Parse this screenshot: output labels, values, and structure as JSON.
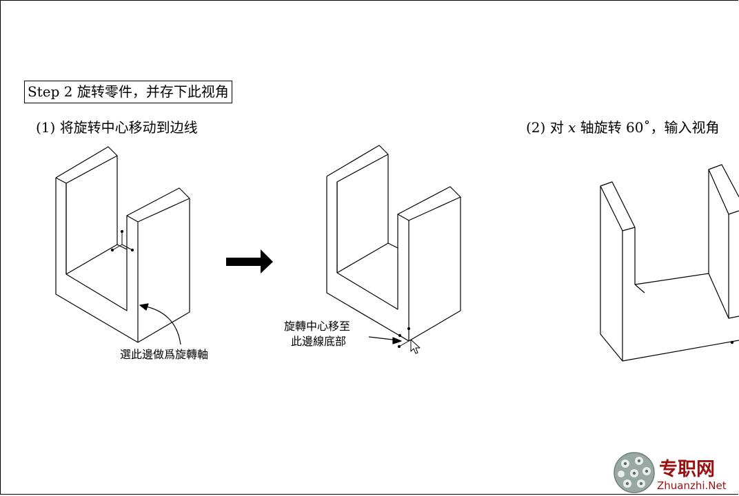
{
  "step": {
    "title": "Step 2  旋转零件，并存下此视角"
  },
  "captions": {
    "part1": "(1) 将旋转中心移动到边线",
    "part2_prefix": "(2) 对 ",
    "part2_var": "x",
    "part2_suffix": " 轴旋转 60˚，输入视角"
  },
  "annotations": {
    "select_edge": "選此邊做爲旋轉軸",
    "center_line1": "旋轉中心移至",
    "center_line2": "此邊線底部"
  },
  "watermark": {
    "name_cn": "专职网",
    "name_en": "Zhuanzhi.Net"
  },
  "colors": {
    "line": "#000000",
    "watermark": "#9a1010"
  }
}
